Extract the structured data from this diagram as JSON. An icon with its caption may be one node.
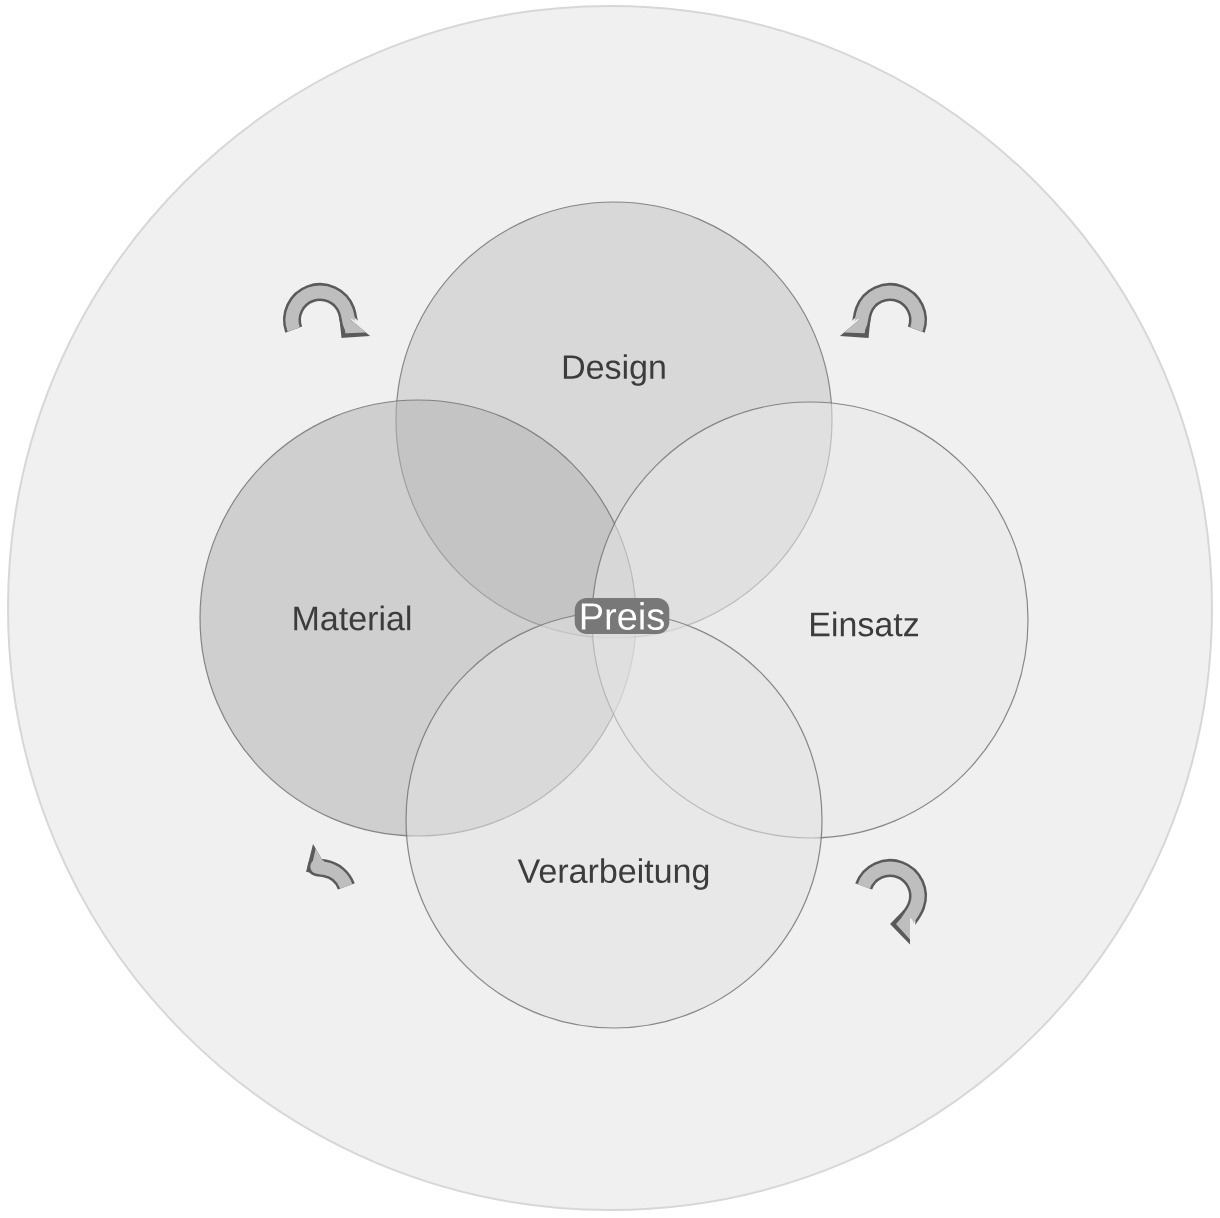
{
  "diagram": {
    "nodes": [
      {
        "text": [
          "Design"
        ]
      },
      {
        "text": [
          "Material"
        ]
      },
      {
        "text": [
          "Einsatz"
        ]
      },
      {
        "text": [
          "Verarbeitung"
        ]
      }
    ],
    "labels": [
      "Preis"
    ]
  }
}
